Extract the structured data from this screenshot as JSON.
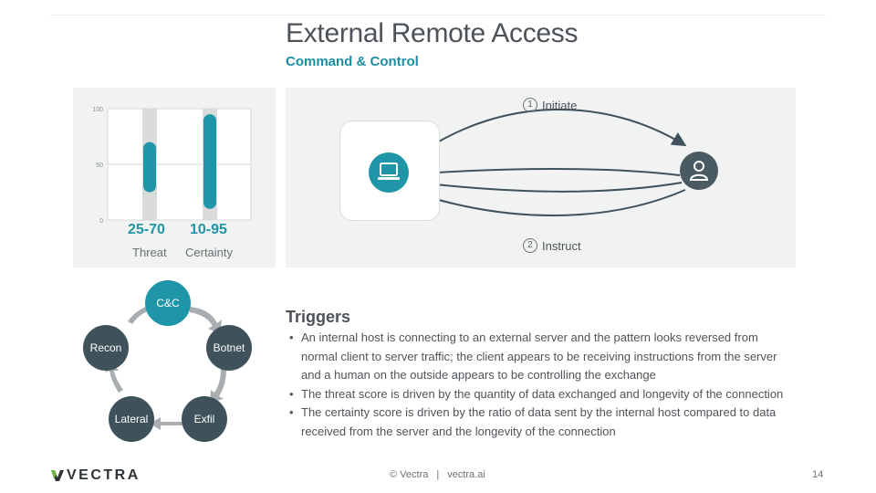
{
  "slide": {
    "title": "External Remote Access",
    "subtitle": "Command & Control"
  },
  "scores": {
    "threat_range": "25-70",
    "threat_label": "Threat",
    "certainty_range": "10-95",
    "certainty_label": "Certainty"
  },
  "chart_data": {
    "type": "bar",
    "subtype": "range",
    "categories": [
      "Threat",
      "Certainty"
    ],
    "ranges": [
      [
        25,
        70
      ],
      [
        10,
        95
      ]
    ],
    "yticks": [
      "100",
      "50",
      "0"
    ],
    "ylim": [
      0,
      100
    ],
    "grid": true,
    "colors": {
      "range": "#1f96a8",
      "track": "#d9dbdb"
    }
  },
  "flow": {
    "step1_num": "1",
    "step1_label": "Initiate",
    "step2_num": "2",
    "step2_label": "Instruct"
  },
  "cycle": {
    "nodes": [
      "C&C",
      "Botnet",
      "Exfil",
      "Lateral",
      "Recon"
    ],
    "active": "C&C"
  },
  "triggers": {
    "heading": "Triggers",
    "bullet_char": "•",
    "items": [
      "An internal host is connecting to an external server and the pattern looks reversed from normal client to server traffic; the client appears to be receiving instructions from the server and a human on the outside appears to be controlling the exchange",
      "The threat score is driven by the quantity of data exchanged and longevity of the connection",
      "The certainty score is driven by the ratio of data sent by the internal host compared to data received from the server and the longevity of the connection"
    ]
  },
  "footer": {
    "logo_text": "VECTRA",
    "copyright": "© Vectra",
    "separator": "|",
    "website": "vectra.ai",
    "page_number": "14"
  },
  "colors": {
    "accent": "#1f96a8",
    "dark_node": "#3f525b",
    "panel_bg": "#f1f2f2"
  }
}
